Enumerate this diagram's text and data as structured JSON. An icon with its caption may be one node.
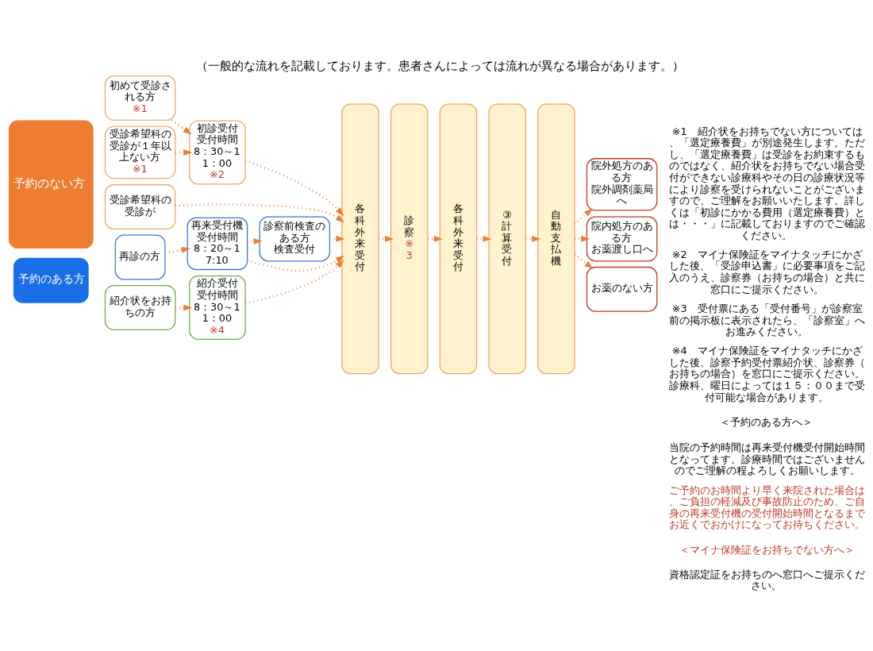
{
  "diagram": {
    "title": "（一般的な流れを記載しております。患者さんによっては流れが異なる場合があります。）",
    "nodes": [
      {
        "text": [
          "予約のない方"
        ]
      },
      {
        "text": [
          "初めて受診される方",
          "※1"
        ]
      },
      {
        "text": [
          "受診希望科の受診が１年以上ない方",
          "※1"
        ]
      },
      {
        "text": [
          "受診希望科の受診が"
        ]
      },
      {
        "text": [
          "初診受付",
          "受付時間",
          "8：30～11：00",
          "※2"
        ]
      },
      {
        "text": [
          "予約のある方"
        ]
      },
      {
        "text": [
          "再診の方"
        ]
      },
      {
        "text": [
          "再来受付機",
          "受付時間",
          "8：20～17:10"
        ]
      },
      {
        "text": [
          "紹介状をお持ちの方"
        ]
      },
      {
        "text": [
          "紹介受付",
          "受付時間",
          "8：30～11：00",
          "※4"
        ]
      },
      {
        "text": [
          "診察前検査のある方",
          "検査受付"
        ]
      },
      {
        "text": [
          "各科外来受付"
        ]
      },
      {
        "text": [
          "診察",
          "※3"
        ]
      },
      {
        "text": [
          "各科外来受付"
        ]
      },
      {
        "text": [
          "③計算受付"
        ]
      },
      {
        "text": [
          "自動支払機"
        ]
      },
      {
        "text": [
          "院外処方のある方",
          "院外調剤薬局へ"
        ]
      },
      {
        "text": [
          "院内処方のある方",
          "お薬渡し口へ"
        ]
      },
      {
        "text": [
          "お薬のない方"
        ]
      }
    ],
    "edges": [
      {
        "from": 1,
        "to": 4,
        "arrow": "to"
      },
      {
        "from": 2,
        "to": 4,
        "arrow": "to"
      },
      {
        "from": 4,
        "to": 11,
        "arrow": "to"
      },
      {
        "from": 3,
        "to": 11,
        "arrow": "to"
      },
      {
        "from": 6,
        "to": 7,
        "arrow": "to"
      },
      {
        "from": 7,
        "to": 11,
        "arrow": "to"
      },
      {
        "from": 7,
        "to": 10,
        "arrow": "to"
      },
      {
        "from": 10,
        "to": 11,
        "arrow": "to"
      },
      {
        "from": 8,
        "to": 9,
        "arrow": "to"
      },
      {
        "from": 9,
        "to": 11,
        "arrow": "to"
      },
      {
        "from": 11,
        "to": 12,
        "arrow": "to"
      },
      {
        "from": 12,
        "to": 13,
        "arrow": "to"
      },
      {
        "from": 13,
        "to": 14,
        "arrow": "to"
      },
      {
        "from": 14,
        "to": 15,
        "arrow": "to"
      },
      {
        "from": 15,
        "to": 16,
        "arrow": "to"
      },
      {
        "from": 15,
        "to": 17,
        "arrow": "to"
      },
      {
        "from": 15,
        "to": 18,
        "arrow": "to"
      }
    ],
    "labels": [
      "※1　紹介状をお持ちでない方については、「選定療養費」が別途発生します。ただし、「選定療養費」は受診をお約束するものではなく、紹介状をお持ちでない場合受付ができない診療科やその日の診療状況等により診察を受けられないことがございますので、ご理解をお願いいたします。詳しくは「初診にかかる費用（選定療養費）とは・・・」に記載しておりますのでご確認ください。",
      "※2　マイナ保険証をマイナタッチにかざした後、「受診申込書」に必要事項をご記入のうえ、診察券（お持ちの場合）と共に窓口にご提示ください。",
      "※3　受付票にある「受付番号」が診察室前の掲示板に表示されたら、「診察室」へお進みください。",
      "※4　マイナ保険証をマイナタッチにかざした後、診察予約受付票紹介状、診察券（お持ちの場合）を窓口にご提示ください。診療科、曜日によっては１５：００まで受付可能な場合があります。",
      "＜予約のある方へ＞",
      "当院の予約時間は再来受付機受付開始時間となってます。診療時間ではございませんのでご理解の程よろしくお願いします。",
      "ご予約のお時間より早く来院された場合は、ご負担の軽減及び事故防止のため、ご自身の再来受付機の受付開始時間となるまでお近くでおかけになってお待ちください。",
      "＜マイナ保険証をお持ちでない方へ＞",
      "資格認定証をお持ちのへ窓口へご提示ください。"
    ]
  }
}
